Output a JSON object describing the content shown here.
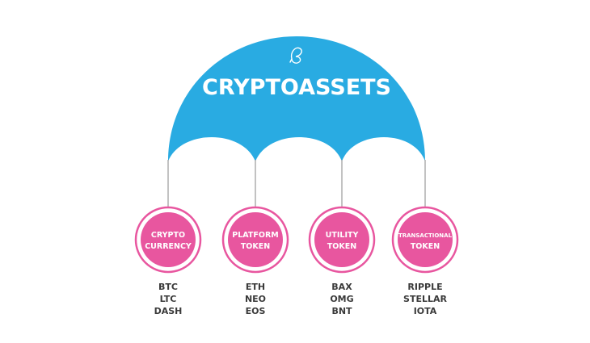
{
  "diagram": {
    "title": "CRYPTOASSETS",
    "logo_icon": "feather-logo-icon",
    "colors": {
      "umbrella": "#29abe2",
      "circle": "#e8569f",
      "circle_ring": "#e8569f",
      "stem": "#9a9a9a",
      "text_dark": "#3a3a3a"
    },
    "categories": [
      {
        "line1": "CRYPTO",
        "line2": "CURRENCY",
        "items": [
          "BTC",
          "LTC",
          "DASH"
        ]
      },
      {
        "line1": "PLATFORM",
        "line2": "TOKEN",
        "items": [
          "ETH",
          "NEO",
          "EOS"
        ]
      },
      {
        "line1": "UTILITY",
        "line2": "TOKEN",
        "items": [
          "BAX",
          "OMG",
          "BNT"
        ]
      },
      {
        "line1": "TRANSACTIONAL",
        "line2": "TOKEN",
        "items": [
          "RIPPLE",
          "STELLAR",
          "IOTA"
        ]
      }
    ]
  }
}
